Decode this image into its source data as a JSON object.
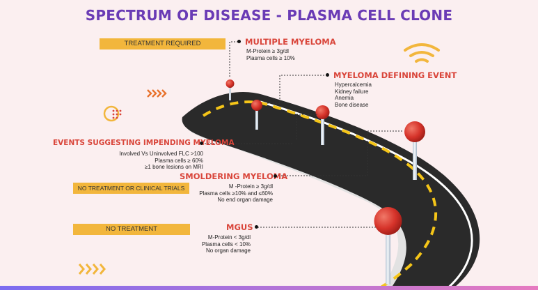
{
  "title": "SPECTRUM OF DISEASE - PLASMA CELL CLONE",
  "bands": {
    "treatment_required": "TREATMENT REQUIRED",
    "no_treatment_or_trials": "NO TREATMENT OR CLINICAL TRIALS",
    "no_treatment": "NO TREATMENT"
  },
  "stages": {
    "multiple_myeloma": {
      "label": "MULTIPLE MYELOMA",
      "lines": [
        "M-Protein ≥ 3g/dl",
        "Plasma cells ≥ 10%"
      ]
    },
    "myeloma_defining_event": {
      "label": "MYELOMA DEFINING EVENT",
      "lines": [
        "Hypercalcemia",
        "Kidney failure",
        "Anemia",
        "Bone disease"
      ]
    },
    "impending_myeloma": {
      "label": "EVENTS SUGGESTING IMPENDING MYELOMA",
      "lines": [
        "Involved Vs Uninvolved  FLC >100",
        "Plasma cells ≥ 60%",
        "≥1  bone lesions on MRI"
      ]
    },
    "smoldering_myeloma": {
      "label": "SMOLDERING MYELOMA",
      "lines": [
        "M -Protein ≥ 3g/dl",
        "Plasma cells ≥10% and ≤60%",
        "No end organ damage"
      ]
    },
    "mgus": {
      "label": "MGUS",
      "lines": [
        "M-Protein  < 3g/dl",
        "Plasma cells < 10%",
        "No organ damage"
      ]
    }
  },
  "colors": {
    "title": "#6a3bb5",
    "band": "#f2b63c",
    "stage_label": "#d9453a",
    "road": "#2a2a2a",
    "road_dash": "#f5c518",
    "pin": "#d6332a"
  },
  "icons": [
    "wifi-icon",
    "chevron-arrows-icon",
    "target-icon",
    "map-pin-icon"
  ]
}
